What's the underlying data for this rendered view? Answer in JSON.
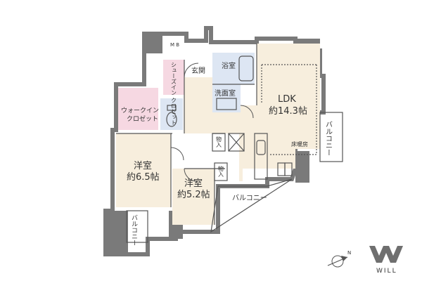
{
  "colors": {
    "wall": "#7a7a7a",
    "room": "#f7eedd",
    "walkin": "#f6d8e2",
    "bath": "#dde6f3",
    "balcony": "#ffffff",
    "line": "#555555",
    "text": "#333333",
    "logo": "#6f6f6f"
  },
  "rooms": {
    "ldk": {
      "name": "LDK",
      "size": "約14.3帖"
    },
    "western1": {
      "name": "洋室",
      "size": "約6.5帖"
    },
    "western2": {
      "name": "洋室",
      "size": "約5.2帖"
    },
    "bathroom": "浴室",
    "washroom": "洗面室",
    "entrance": "玄関",
    "mb": "M B",
    "shoes_closet": "シューズイン クロゼット",
    "walkin_closet_line1": "ウォークイン",
    "walkin_closet_line2": "クロゼット",
    "storage1": "物入",
    "storage2": "物入",
    "floor_heating": "床暖房",
    "balcony_right": "バルコニー",
    "balcony_bottom": "バルコニー",
    "balcony_left": "バルコニー"
  },
  "compass_label": "N",
  "logo_text": "WILL",
  "icons": [
    "compass-icon",
    "will-logo-icon"
  ]
}
